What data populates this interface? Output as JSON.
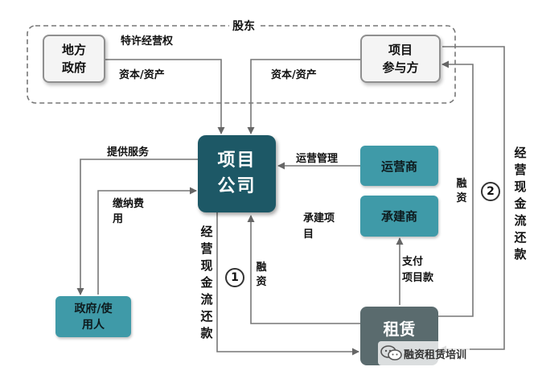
{
  "shareholders_label": "股东",
  "nodes": {
    "local_government": "地方\n政府",
    "project_participants": "项目\n参与方",
    "project_company": "项目\n公司",
    "operator": "运营商",
    "contractor": "承建商",
    "government_users": "政府/使\n用人",
    "leasing": "租赁"
  },
  "edge_labels": {
    "franchise": "特许经营权",
    "capital_assets_left": "资本/资产",
    "capital_assets_right": "资本/资产",
    "provide_services": "提供服务",
    "pay_fees": "缴纳费\n用",
    "operation_management": "运营管理",
    "construction_project": "承建项\n目",
    "pay_project_funds": "支付\n项目款",
    "financing_1": "融资",
    "financing_2": "融资",
    "operating_cashflow_repay_left": "经营现金流还款",
    "operating_cashflow_repay_right": "经营现金流还款"
  },
  "markers": {
    "one": "1",
    "two": "2"
  },
  "watermark": "融资租赁培训",
  "colors": {
    "dark_teal": "#1d5866",
    "teal": "#3f9aa8",
    "grey": "#5a6b6e",
    "line": "#777777"
  }
}
